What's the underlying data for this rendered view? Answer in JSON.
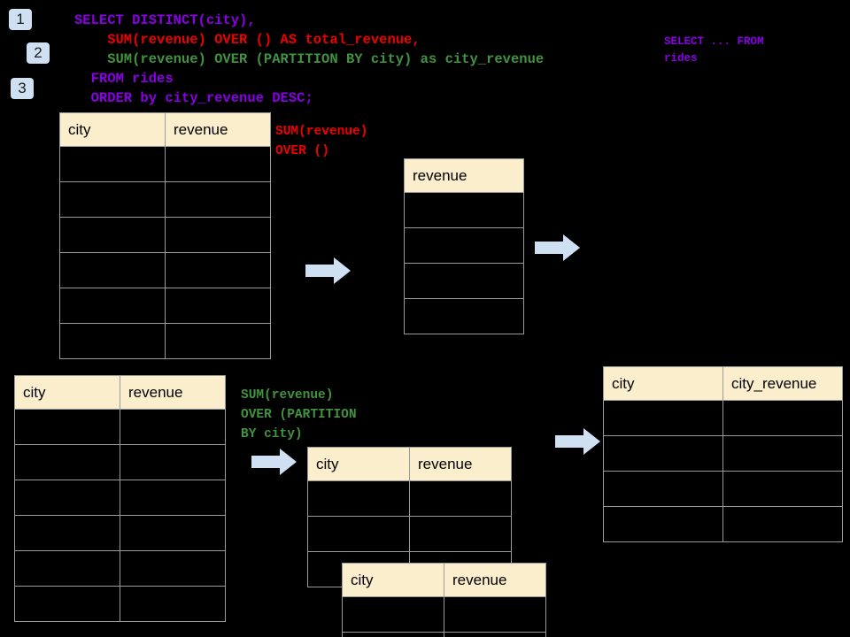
{
  "page": {
    "background": "#000000",
    "header_fill": "#fbeecc",
    "grid_line": "#9a9a9a",
    "arrow_fill": "#cfe0f2",
    "badge_fill": "#cfe0f2",
    "purple": "#8a00e6",
    "red": "#ee0000",
    "green": "#41933f"
  },
  "badges": [
    {
      "label": "1"
    },
    {
      "label": "2"
    },
    {
      "label": "3"
    }
  ],
  "sql": {
    "lines": [
      {
        "text": "SELECT DISTINCT(city),",
        "color": "purple"
      },
      {
        "text": "    SUM(revenue) OVER () AS total_revenue,",
        "color": "red"
      },
      {
        "text": "    SUM(revenue) OVER (PARTITION BY city) as city_revenue",
        "color": "green"
      },
      {
        "text": "  FROM rides",
        "color": "purple"
      },
      {
        "text": "  ORDER by city_revenue DESC;",
        "color": "purple"
      }
    ]
  },
  "side_note": {
    "text": "SELECT ... FROM\nrides"
  },
  "annotations": {
    "total_revenue": "SUM(revenue)\nOVER ()",
    "city_revenue": "SUM(revenue)\nOVER (PARTITION\nBY city)"
  },
  "arrows": {
    "a1_label": "arrow-rides-to-total-revenue",
    "a2_label": "arrow-total-revenue-to-result",
    "a3_label": "arrow-rides-to-city-partition",
    "a4_label": "arrow-city-partition-to-result"
  },
  "tables": {
    "rides_top": {
      "name": "rides-source-table-top",
      "headers": [
        "city",
        "revenue"
      ],
      "body_rows": 6
    },
    "total_revenue": {
      "name": "total-revenue-table",
      "headers": [
        "revenue"
      ],
      "body_rows": 4
    },
    "rides_bottom": {
      "name": "rides-source-table-bottom",
      "headers": [
        "city",
        "revenue"
      ],
      "body_rows": 6
    },
    "partition_a": {
      "name": "partition-group-table-a",
      "headers": [
        "city",
        "revenue"
      ],
      "body_rows": 3
    },
    "partition_b": {
      "name": "partition-group-table-b",
      "headers": [
        "city",
        "revenue"
      ],
      "body_rows": 2
    },
    "result": {
      "name": "final-result-table",
      "headers": [
        "city",
        "city_revenue"
      ],
      "body_rows": 4
    }
  }
}
